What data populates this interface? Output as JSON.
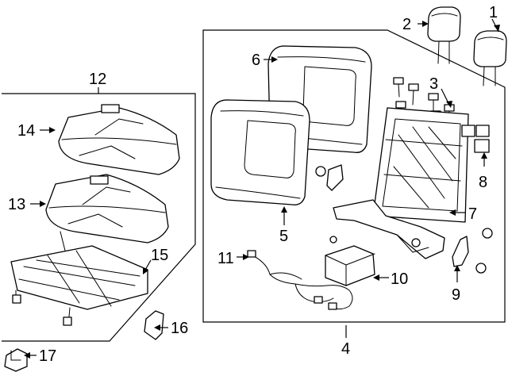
{
  "callouts": {
    "c1": "1",
    "c2": "2",
    "c3": "3",
    "c4": "4",
    "c5": "5",
    "c6": "6",
    "c7": "7",
    "c8": "8",
    "c9": "9",
    "c10": "10",
    "c11": "11",
    "c12": "12",
    "c13": "13",
    "c14": "14",
    "c15": "15",
    "c16": "16",
    "c17": "17"
  },
  "colors": {
    "line": "#000000",
    "background": "#ffffff"
  }
}
